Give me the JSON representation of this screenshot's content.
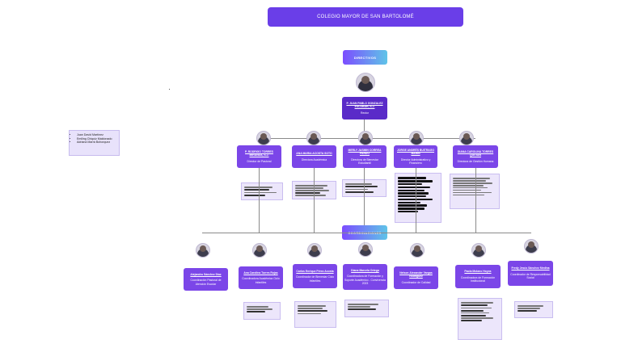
{
  "title": "COLEGIO MAYOR DE SAN BARTOLOMÉ",
  "sections": {
    "directivos": "DIRECTIVOS",
    "coordinaciones": "COORDINACIONES"
  },
  "authors": [
    "Juan David Martínez",
    "Emiling Chiquiz Maldonado",
    "Adriana Marrá Bohorquez"
  ],
  "rector": {
    "name": "P. JUAN PABLO GONZALEZ ESCOBAR, S.J.",
    "role": "Rector"
  },
  "directors": [
    {
      "name": "P. RODRIGO TORRES MIRANDA, S.J.",
      "role": "Director de Pastoral"
    },
    {
      "name": "ANA MARIA ACOSTA SOTO",
      "role": "Directora Académica"
    },
    {
      "name": "MERLY JASMIN CORREA PARDO",
      "role": "Directora de Bienestar Estudiantil"
    },
    {
      "name": "JORGE ANDRÉS BUITRAGO MARÍN",
      "role": "Director Administrativo y Financiero"
    },
    {
      "name": "DIANA CAROLINA TORRES QUITIAN",
      "role": "Directora de Gestión Humana"
    }
  ],
  "coordinators": [
    {
      "name": "Alejandro Sánchez Díaz",
      "role": "Coordinación Pastoral de Atención Escolar"
    },
    {
      "name": "Ana Carolina Torres Rojas",
      "role": "Coordinadora Académica Ciclo Infantiles"
    },
    {
      "name": "Carlos Enrique Pérez Acosta",
      "role": "Coordinador de Bienestar Ciclo Infantiles"
    },
    {
      "name": "Diana Marcela Ortega",
      "role": "Coordinadora de Formación y Soporte Académico - Convivencia 2023"
    },
    {
      "name": "Nelson Alexander Vargas Rodríguez",
      "role": "Coordinador de Calidad"
    },
    {
      "name": "Paola Molano Hoyos",
      "role": "Coordinadora de Formación Institucional"
    },
    {
      "name": "Fredy Jesús Sánchez Medina",
      "role": "Coordinador de Responsabilidad Social"
    }
  ],
  "colors": {
    "primary": "#6a3ee8",
    "box": "#7b46e8",
    "accent": "#5fc4e8",
    "note_bg": "#ece6fb"
  }
}
